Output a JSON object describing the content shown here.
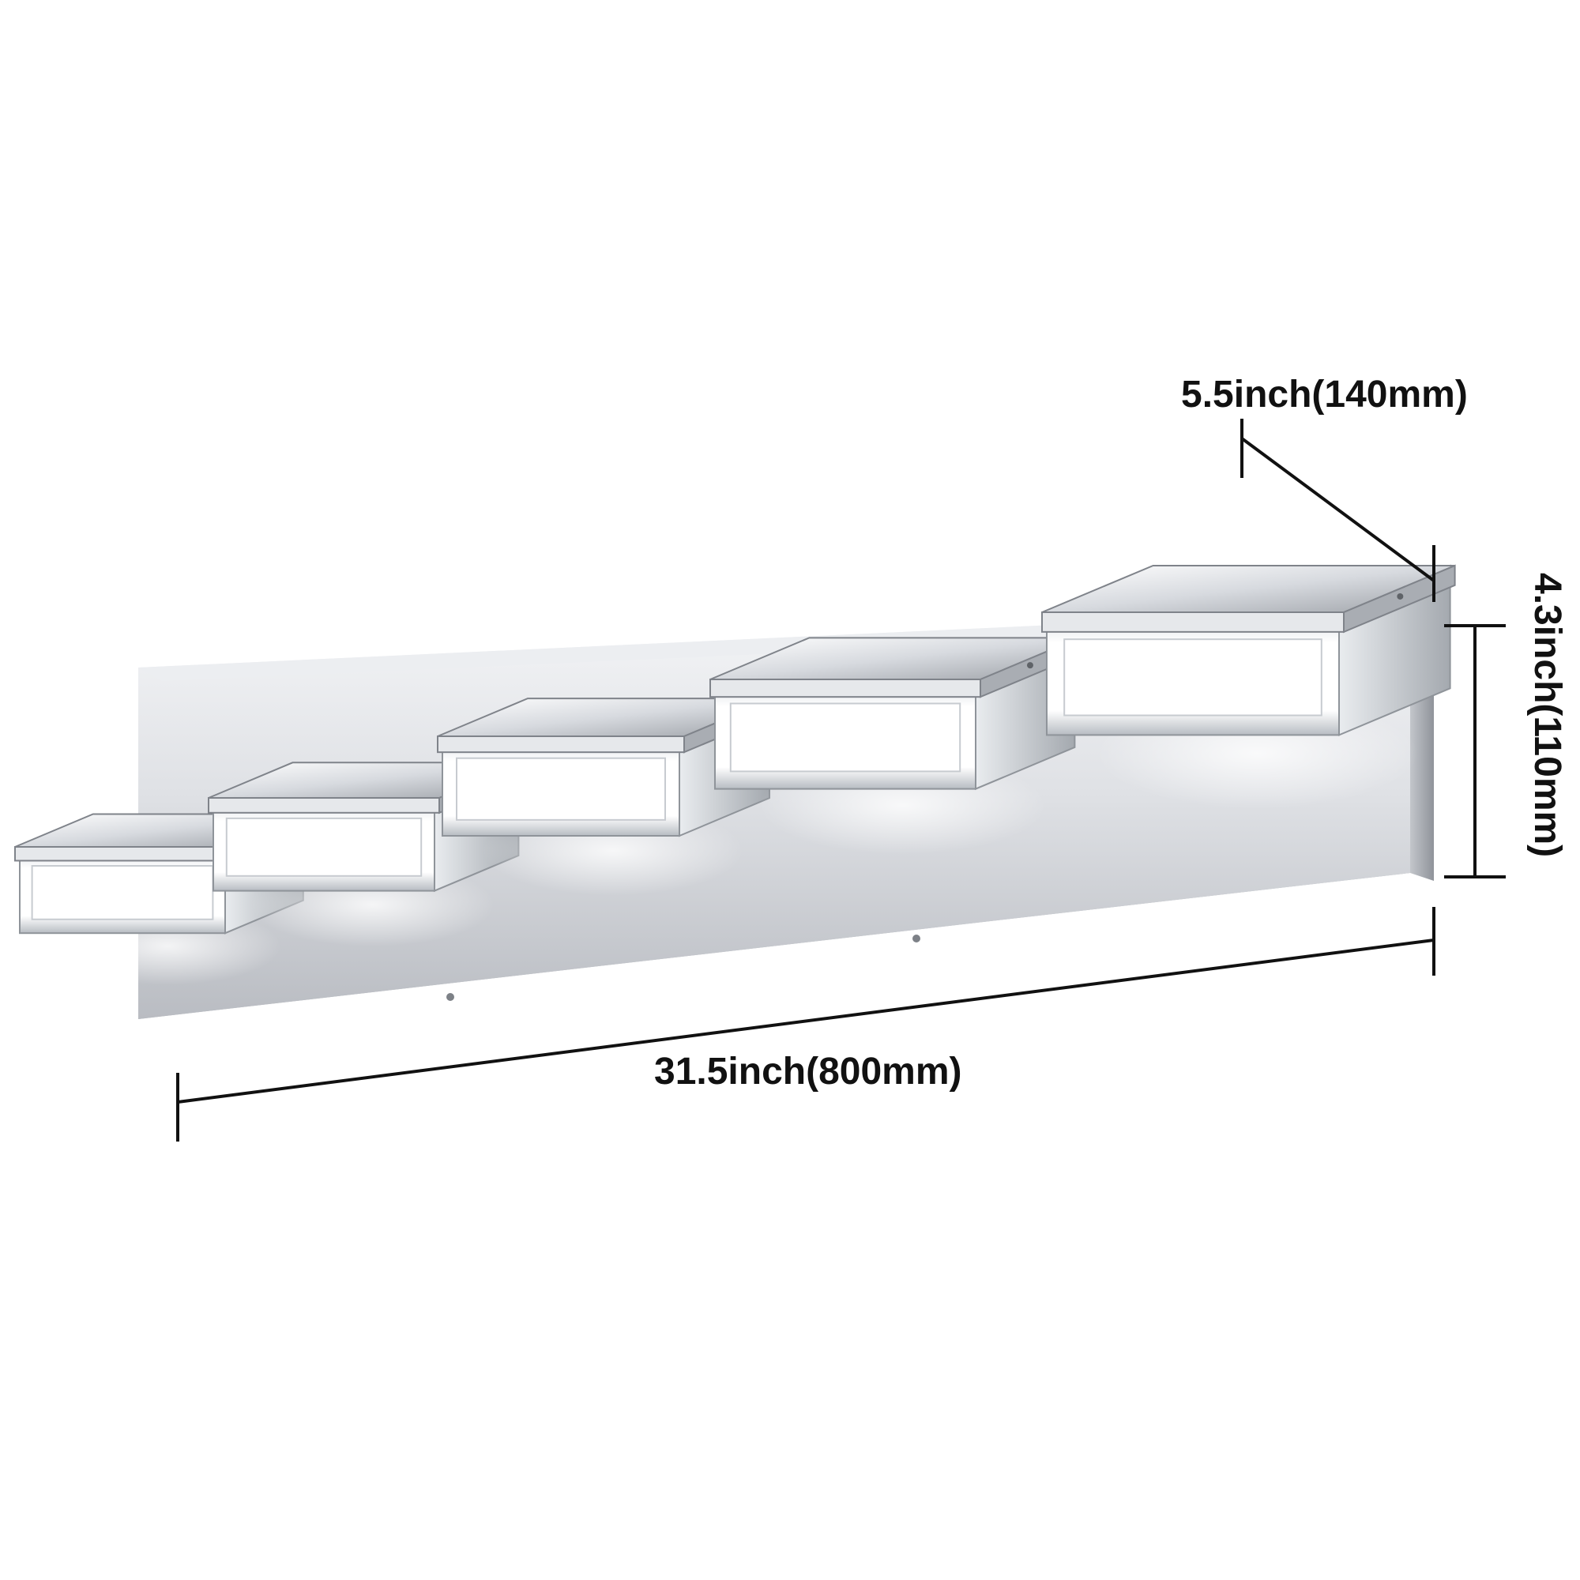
{
  "dimensions": {
    "width": "31.5inch(800mm)",
    "height": "4.3inch(110mm)",
    "depth": "5.5inch(140mm)"
  },
  "fixture": {
    "light_count": 5,
    "colors": {
      "chrome_light": "#f2f3f5",
      "chrome_mid": "#c9ccd1",
      "chrome_dark": "#8d9197",
      "glow": "#ffffff",
      "dim_line": "#111111"
    }
  }
}
